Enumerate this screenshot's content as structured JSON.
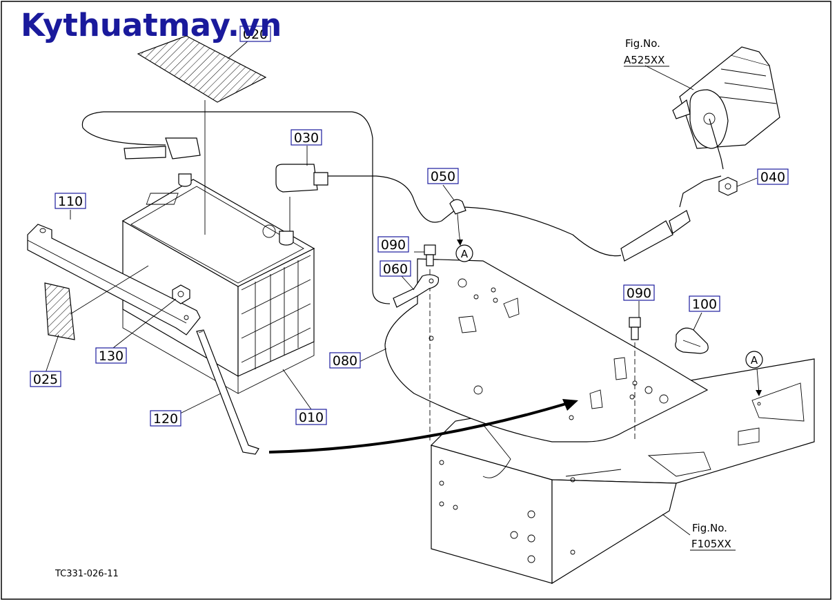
{
  "watermark": "Kythuatmay.vn",
  "drawing_code": "TC331-026-11",
  "fig_refs": [
    {
      "title": "Fig.No.",
      "number": "A525XX"
    },
    {
      "title": "Fig.No.",
      "number": "F105XX"
    }
  ],
  "reference_mark": "A",
  "parts": [
    "020",
    "030",
    "050",
    "040",
    "110",
    "090",
    "060",
    "090",
    "100",
    "130",
    "080",
    "025",
    "120",
    "010"
  ],
  "colors": {
    "watermark": "#1a1a9c",
    "label_box": "#1a1a9c",
    "line": "#000000"
  }
}
